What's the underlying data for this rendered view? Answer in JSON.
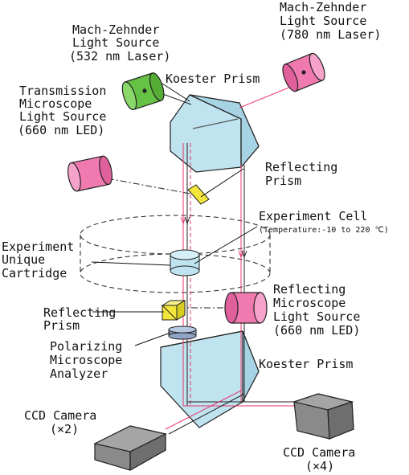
{
  "labels": {
    "mz532": [
      "Mach-Zehnder",
      "Light Source",
      "(532 nm Laser)"
    ],
    "mz780": [
      "Mach-Zehnder",
      "Light Source",
      "(780 nm Laser)"
    ],
    "koester_top": "Koester Prism",
    "transmission": [
      "Transmission",
      "Microscope",
      "Light Source",
      "(660 nm LED)"
    ],
    "reflecting_prism_top": [
      "Reflecting",
      "Prism"
    ],
    "experiment_cell": "Experiment Cell",
    "temperature": "(Temperature:-10 to 220 ℃)",
    "cartridge": [
      "Experiment",
      "Unique",
      "Cartridge"
    ],
    "reflecting_prism_left": [
      "Reflecting",
      "Prism"
    ],
    "reflecting_source": [
      "Reflecting",
      "Microscope",
      "Light Source",
      "(660 nm LED)"
    ],
    "polarizing": [
      "Polarizing",
      "Microscope",
      "Analyzer"
    ],
    "koester_bottom": "Koester Prism",
    "ccd_left": [
      "CCD Camera",
      "(×2)"
    ],
    "ccd_right": [
      "CCD Camera",
      "(×4)"
    ]
  },
  "colors": {
    "laser_green": "#66c244",
    "laser_pink": "#f07ab0",
    "prism_blue": "#bfe3ef",
    "reflect_yellow": "#f2e63a",
    "beam_red": "#e8356e",
    "camera_gray": "#8a8a8a"
  }
}
